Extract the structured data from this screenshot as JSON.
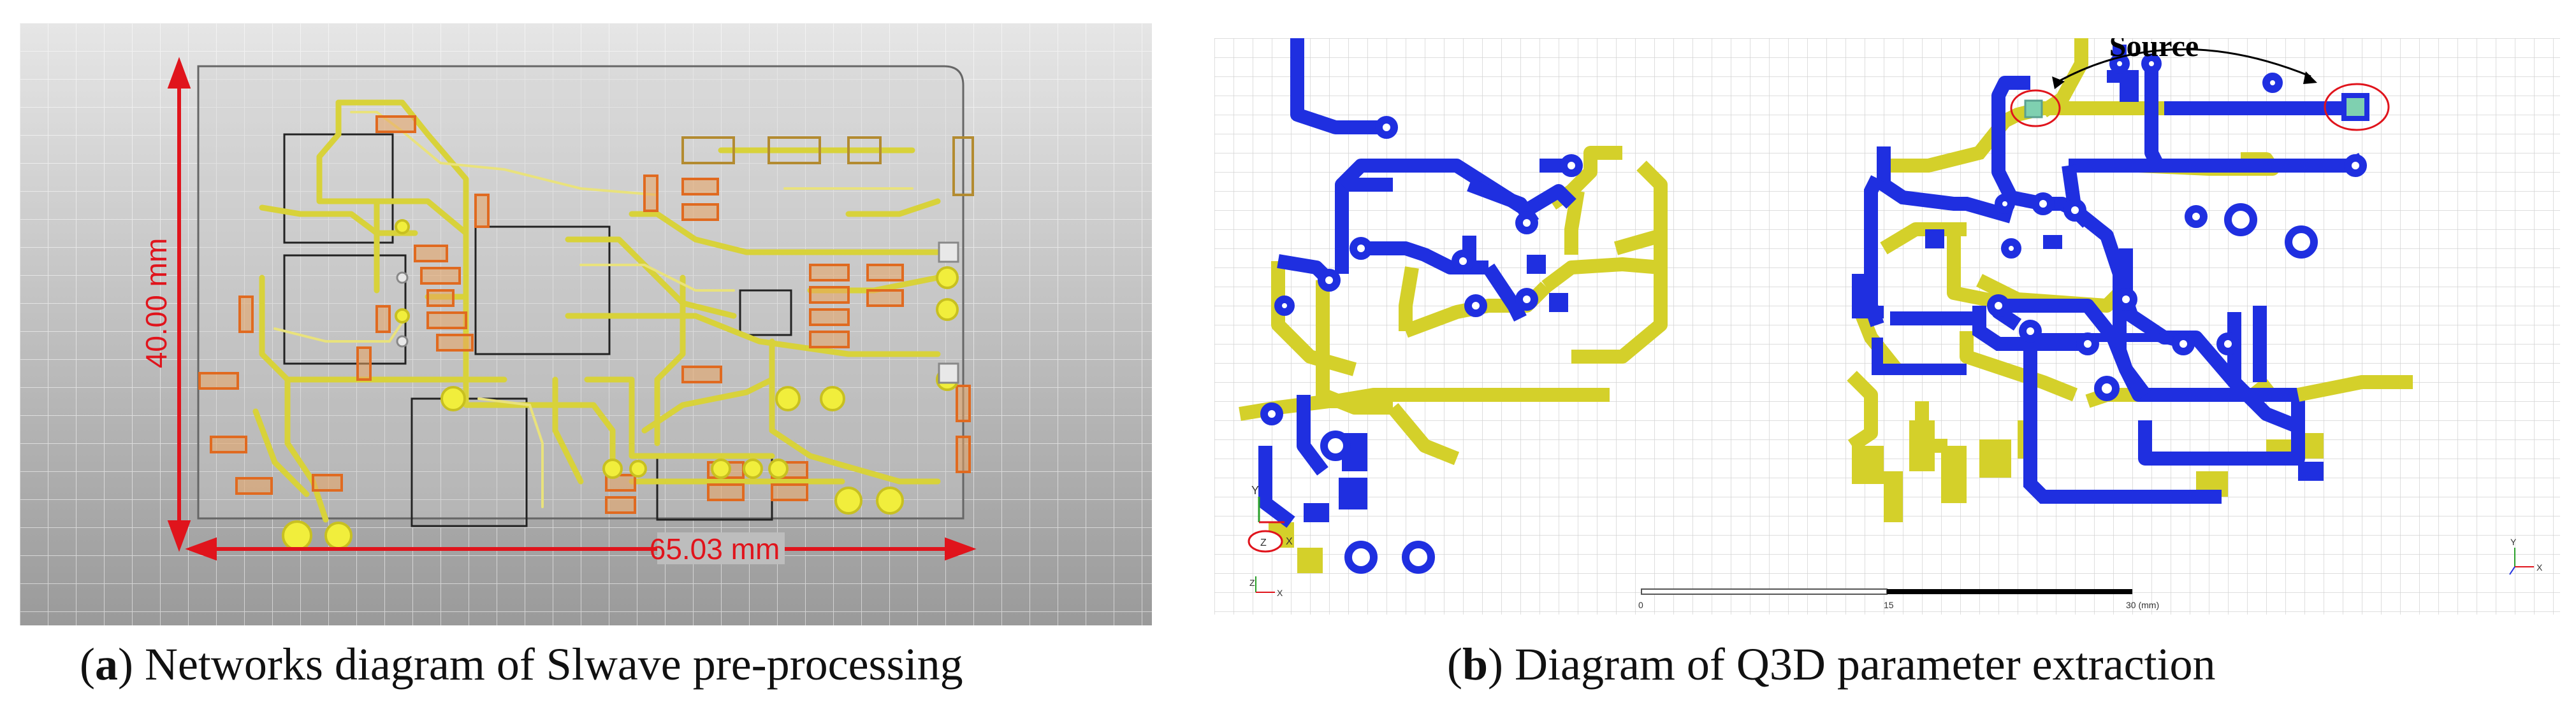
{
  "panel_a": {
    "dim_vertical": "40.00 mm",
    "dim_horizontal": "65.03 mm",
    "caption_letter": "a",
    "caption_text": "Networks diagram of Slwave pre-processing"
  },
  "panel_b": {
    "source_label": "Source",
    "scale_ticks": [
      "0",
      "15",
      "30 (mm)"
    ],
    "axis_labels": {
      "y": "Y",
      "x": "X",
      "z": "Z"
    },
    "caption_letter": "b",
    "caption_text": "Diagram of Q3D parameter extraction"
  },
  "colors": {
    "trace_yellow": "#d4d02a",
    "trace_blue": "#1f2fe0",
    "pad_orange": "#e8742a",
    "dimension_red": "#e0141c",
    "source_marker": "#7fd0b0"
  }
}
